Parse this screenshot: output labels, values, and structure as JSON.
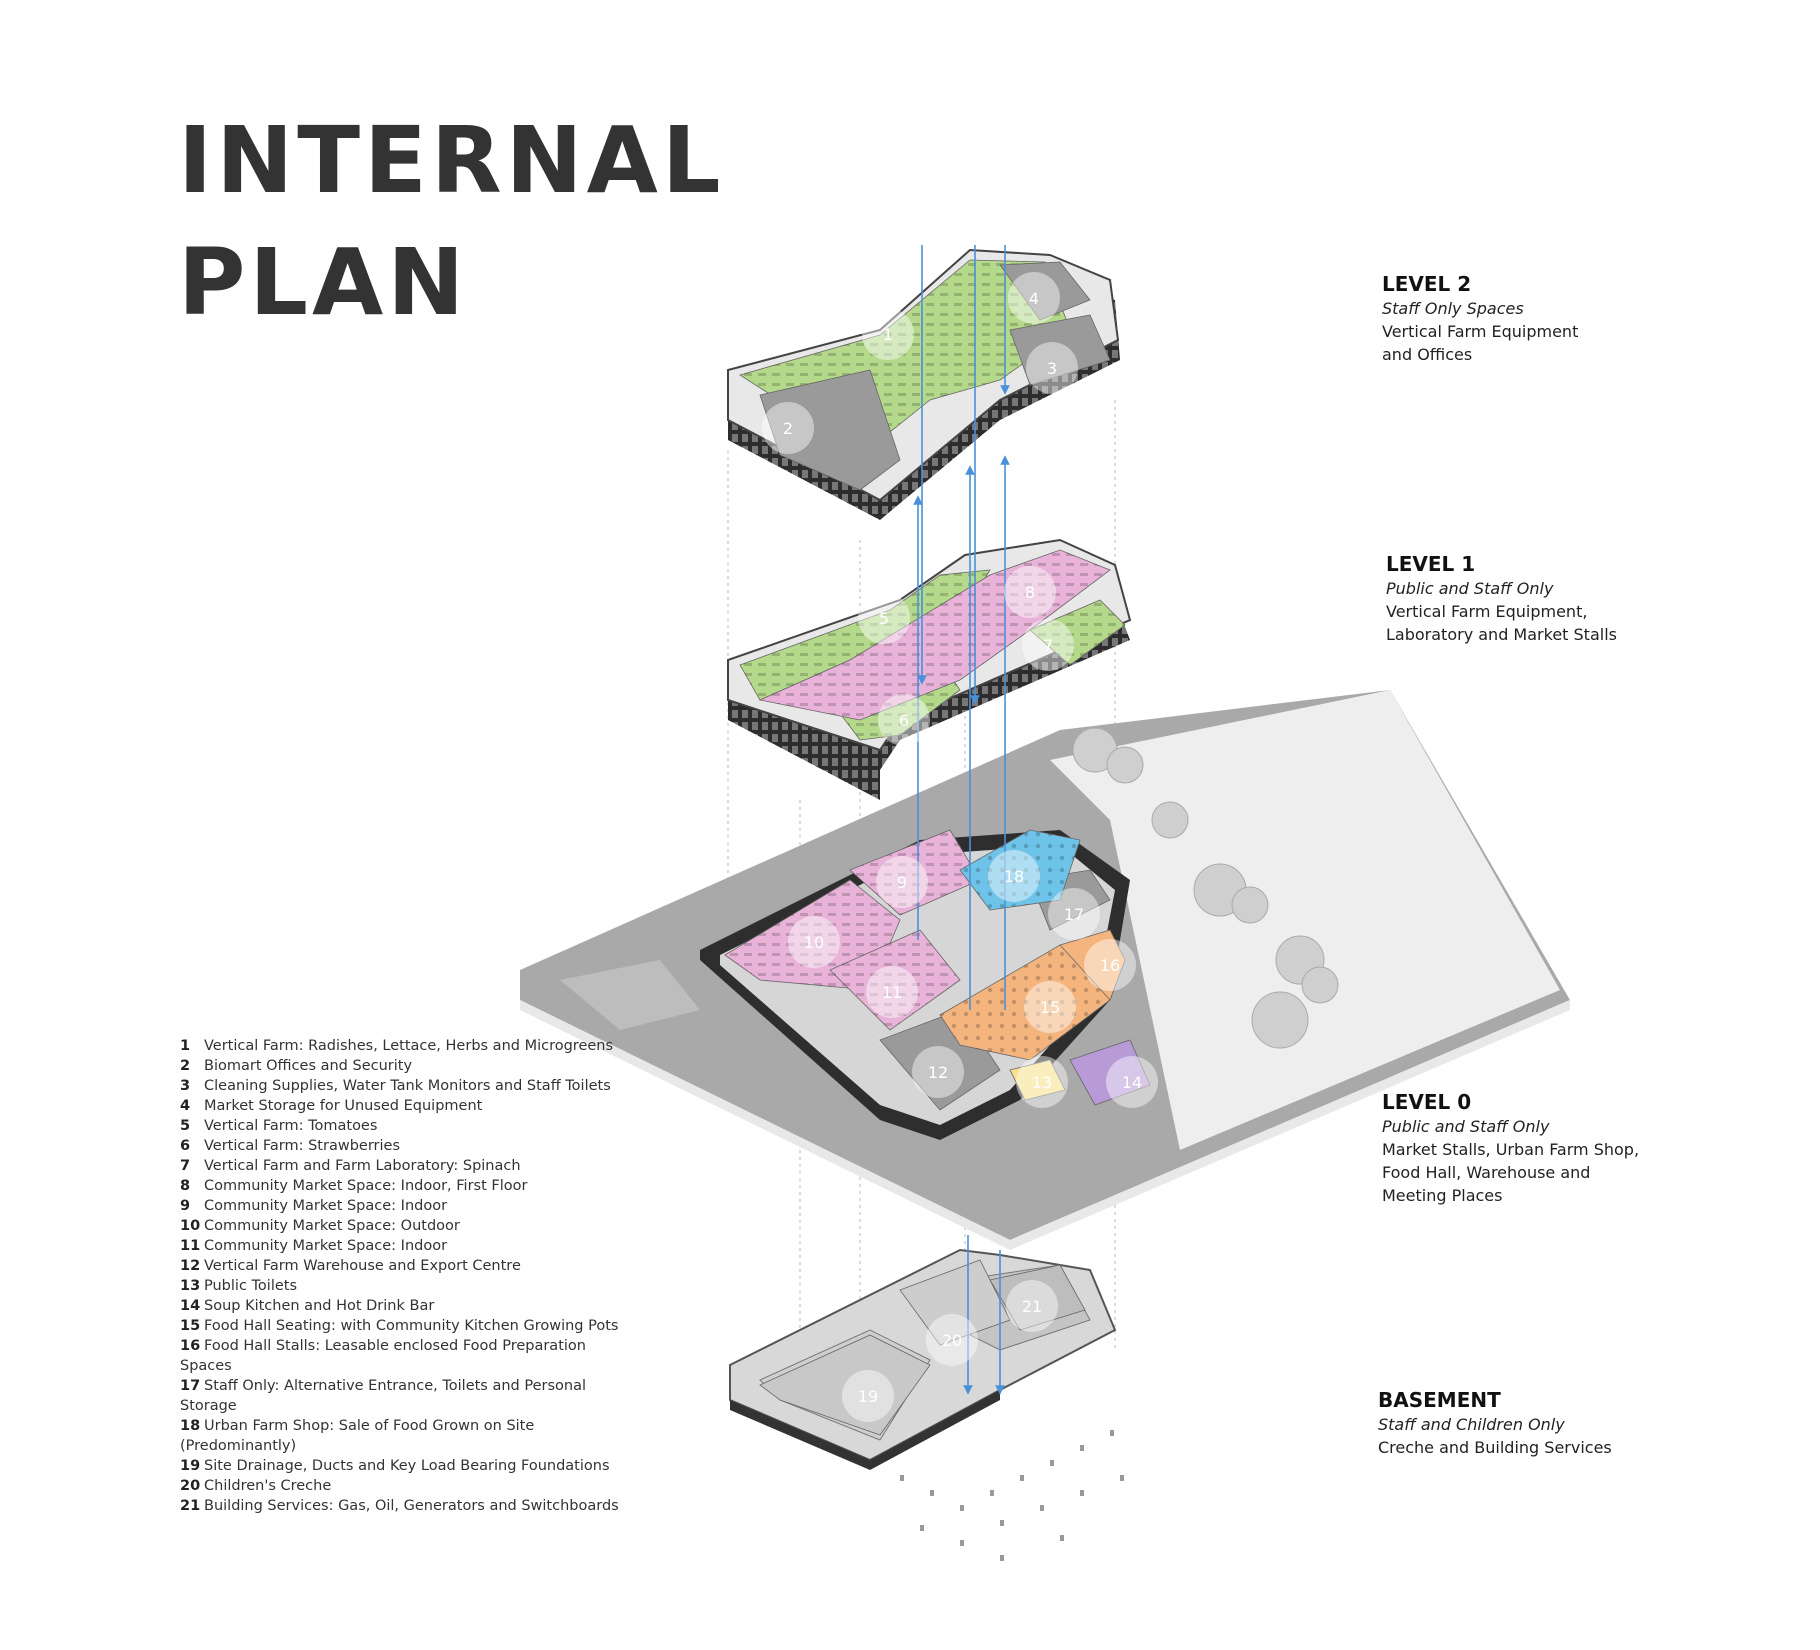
{
  "title": {
    "line1": "INTERNAL",
    "line2": "PLAN"
  },
  "levels": [
    {
      "name": "LEVEL 2",
      "subtitle": "Staff Only Spaces",
      "description": [
        "Vertical Farm Equipment",
        "and Offices"
      ]
    },
    {
      "name": "LEVEL 1",
      "subtitle": "Public and Staff Only",
      "description": [
        "Vertical Farm Equipment,",
        "Laboratory and Market Stalls"
      ]
    },
    {
      "name": "LEVEL 0",
      "subtitle": "Public and Staff Only",
      "description": [
        "Market Stalls, Urban Farm Shop,",
        "Food Hall, Warehouse and",
        "Meeting Places"
      ]
    },
    {
      "name": "BASEMENT",
      "subtitle": "Staff and Children Only",
      "description": [
        "Creche and Building Services"
      ]
    }
  ],
  "legend": [
    {
      "num": "1",
      "text": "Vertical Farm: Radishes, Lettace, Herbs and Microgreens"
    },
    {
      "num": "2",
      "text": "Biomart Offices and Security"
    },
    {
      "num": "3",
      "text": "Cleaning Supplies, Water Tank Monitors and Staff Toilets"
    },
    {
      "num": "4",
      "text": "Market Storage for Unused Equipment"
    },
    {
      "num": "5",
      "text": "Vertical Farm: Tomatoes"
    },
    {
      "num": "6",
      "text": "Vertical Farm: Strawberries"
    },
    {
      "num": "7",
      "text": "Vertical Farm and Farm Laboratory: Spinach"
    },
    {
      "num": "8",
      "text": "Community Market Space: Indoor, First Floor"
    },
    {
      "num": "9",
      "text": "Community Market Space: Indoor"
    },
    {
      "num": "10",
      "text": "Community Market Space: Outdoor"
    },
    {
      "num": "11",
      "text": "Community Market Space: Indoor"
    },
    {
      "num": "12",
      "text": "Vertical Farm Warehouse and Export Centre"
    },
    {
      "num": "13",
      "text": "Public Toilets"
    },
    {
      "num": "14",
      "text": "Soup Kitchen and Hot Drink Bar"
    },
    {
      "num": "15",
      "text": "Food Hall Seating: with Community Kitchen Growing Pots"
    },
    {
      "num": "16",
      "text": "Food Hall Stalls: Leasable enclosed Food Preparation Spaces"
    },
    {
      "num": "17",
      "text": "Staff Only: Alternative Entrance, Toilets and Personal Storage"
    },
    {
      "num": "18",
      "text": "Urban Farm Shop: Sale of Food Grown on Site (Predominantly)"
    },
    {
      "num": "19",
      "text": "Site Drainage, Ducts and Key Load Bearing Foundations"
    },
    {
      "num": "20",
      "text": "Children's Creche"
    },
    {
      "num": "21",
      "text": "Building Services: Gas, Oil, Generators and Switchboards"
    }
  ],
  "zone_colors": {
    "farm": "#b5d98a",
    "market": "#e9b3d9",
    "shop": "#6ec3e8",
    "food": "#f4b47e",
    "toilets": "#f6e08a",
    "soup": "#b79ad6",
    "service": "#9a9a9a",
    "site": "#a9a9a9"
  }
}
